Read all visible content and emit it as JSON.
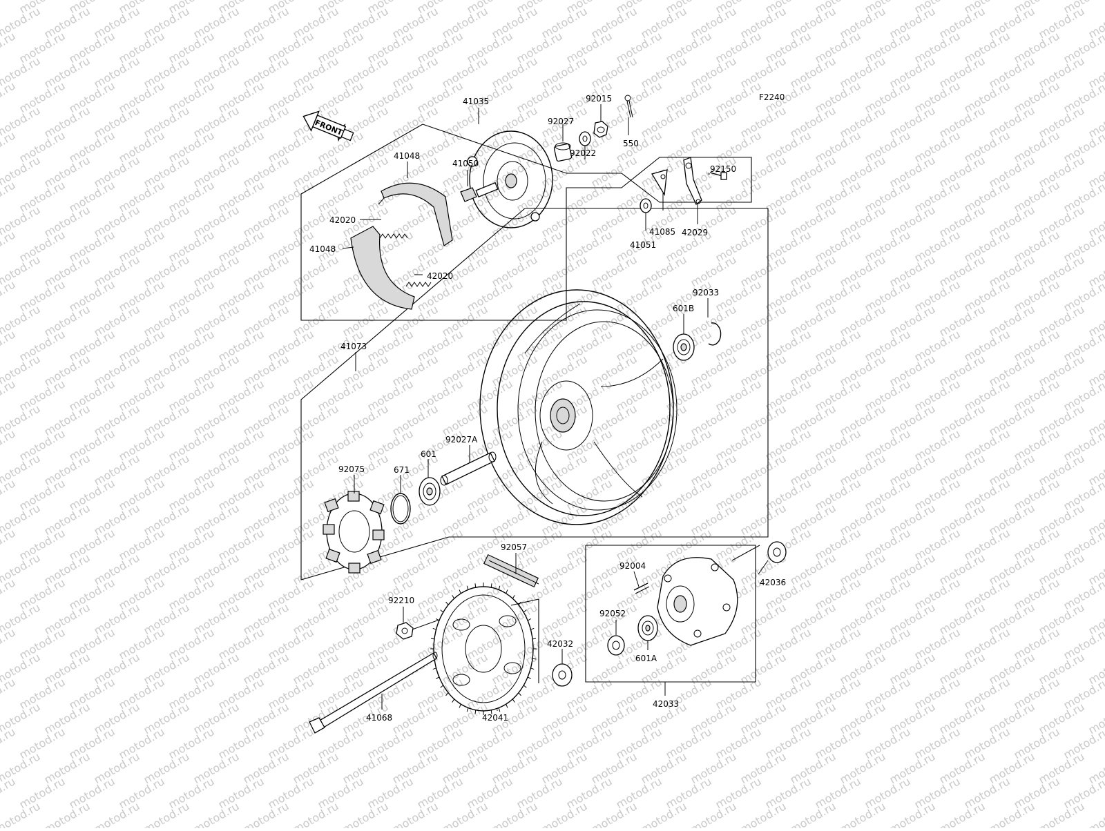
{
  "watermark": "motod.ru",
  "figure_code": "F2240",
  "front_arrow": "FRONT",
  "part_labels": {
    "p41035": "41035",
    "p92015": "92015",
    "p550": "550",
    "p92027": "92027",
    "p92022": "92022",
    "p41048a": "41048",
    "p42020a": "42020",
    "p41048b": "41048",
    "p41050": "41050",
    "p42020b": "42020",
    "p92150": "92150",
    "p41085": "41085",
    "p41051": "41051",
    "p42029": "42029",
    "p92033": "92033",
    "p601B": "601B",
    "p41073": "41073",
    "p92027A": "92027A",
    "p601": "601",
    "p671": "671",
    "p92075": "92075",
    "p92057": "92057",
    "p92004": "92004",
    "p42036": "42036",
    "p92210": "92210",
    "p92052": "92052",
    "p601A": "601A",
    "p42032": "42032",
    "p42033": "42033",
    "p41068": "41068",
    "p42041": "42041"
  }
}
